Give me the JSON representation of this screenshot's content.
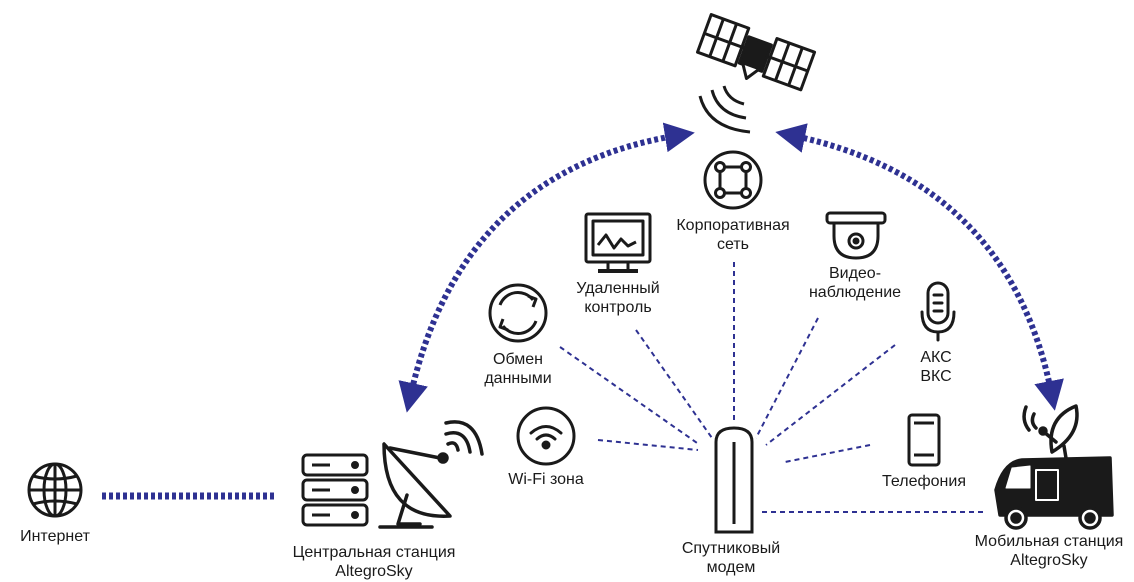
{
  "colors": {
    "link": "#2e3192",
    "stroke": "#1a1a1a",
    "background": "#ffffff"
  },
  "nodes": {
    "internet": {
      "icon": "globe-icon",
      "lines": [
        "Интернет"
      ]
    },
    "central": {
      "icon": "server-rack-icon",
      "icon2": "satellite-dish-icon",
      "lines": [
        "Центральная станция",
        "AltegroSky"
      ]
    },
    "satellite": {
      "icon": "satellite-icon"
    },
    "wifi": {
      "icon": "wifi-icon",
      "lines": [
        "Wi-Fi зона"
      ]
    },
    "exchange": {
      "icon": "sync-icon",
      "lines": [
        "Обмен",
        "данными"
      ]
    },
    "remote": {
      "icon": "monitor-icon",
      "lines": [
        "Удаленный",
        "контроль"
      ]
    },
    "corporate": {
      "icon": "network-icon",
      "lines": [
        "Корпоративная",
        "сеть"
      ]
    },
    "video": {
      "icon": "cctv-camera-icon",
      "lines": [
        "Видео-",
        "наблюдение"
      ]
    },
    "voice": {
      "icon": "microphone-icon",
      "lines": [
        "АКС",
        "ВКС"
      ]
    },
    "phone": {
      "icon": "smartphone-icon",
      "lines": [
        "Телефония"
      ]
    },
    "modem": {
      "icon": "modem-icon",
      "lines": [
        "Спутниковый",
        "модем"
      ]
    },
    "mobile": {
      "icon": "van-dish-icon",
      "lines": [
        "Мобильная станция",
        "AltegroSky"
      ]
    }
  }
}
